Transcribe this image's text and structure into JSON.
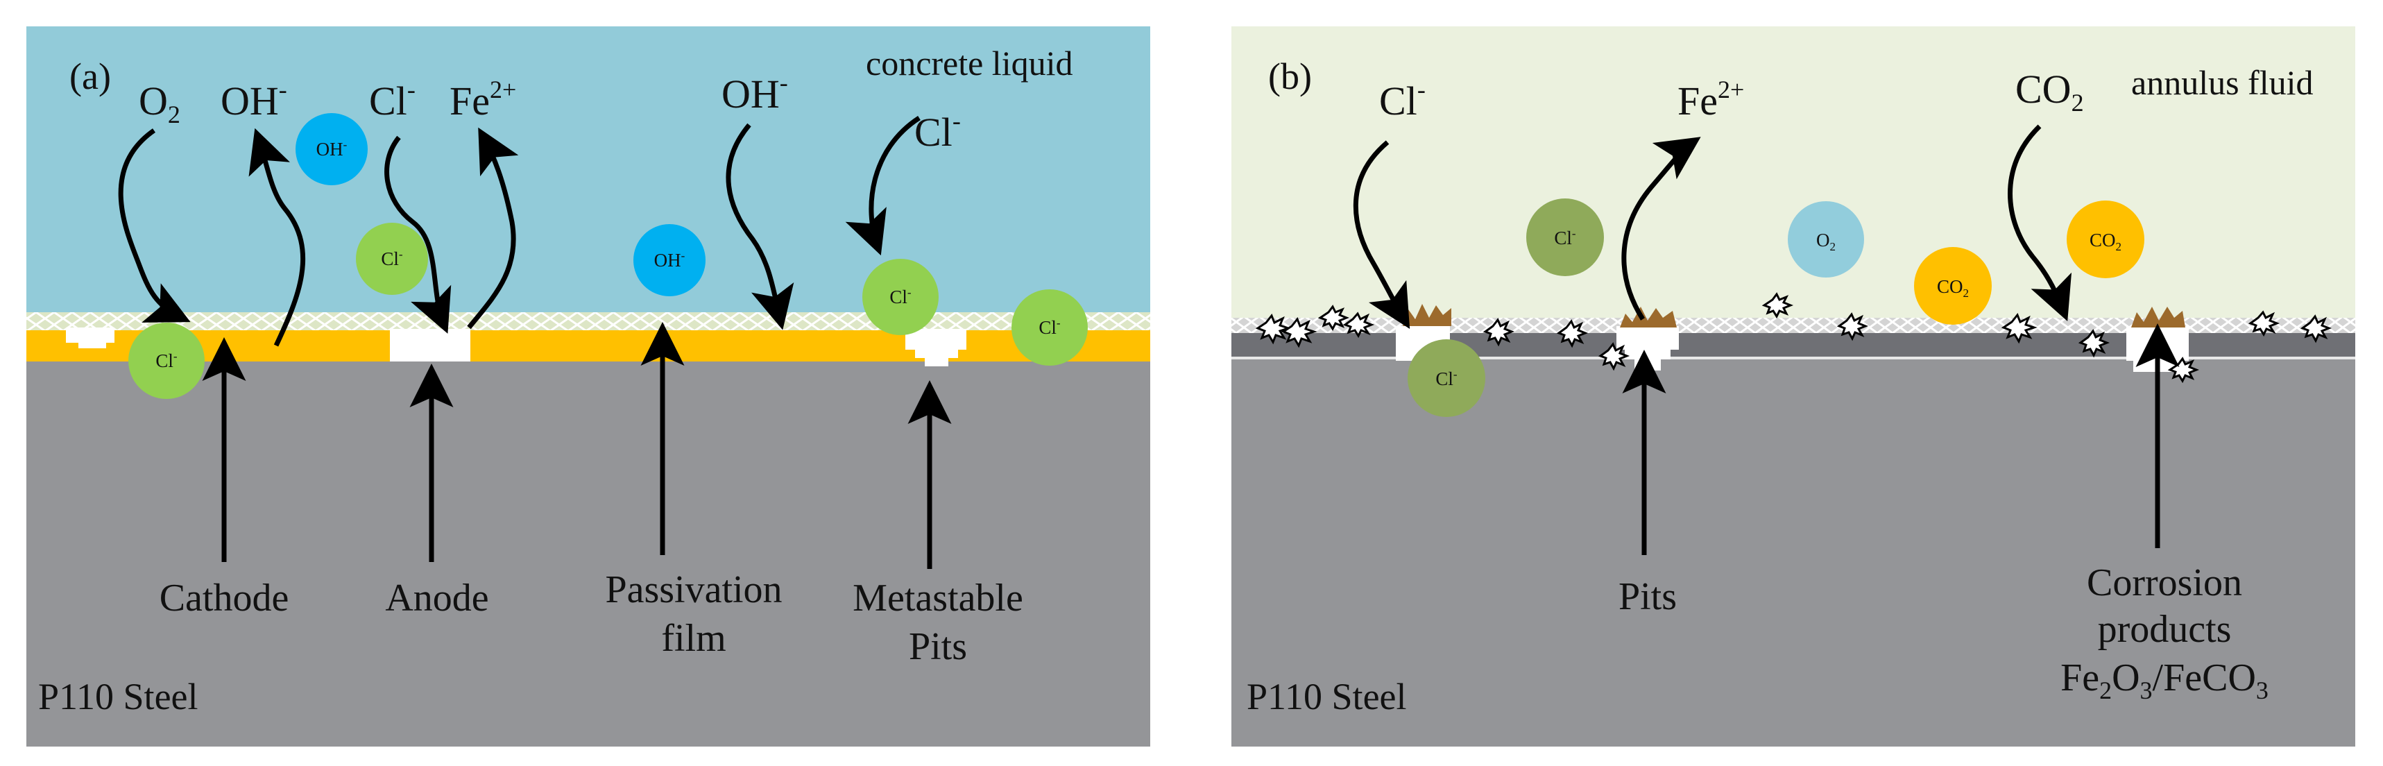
{
  "panel_a": {
    "tag": "(a)",
    "medium": "concrete liquid",
    "material": "P110 Steel",
    "species": {
      "o2": {
        "base": "O",
        "sub": "2"
      },
      "oh": {
        "base": "OH",
        "sup": "-"
      },
      "cl": {
        "base": "Cl",
        "sup": "-"
      },
      "fe": {
        "base": "Fe",
        "sup": "2+"
      },
      "oh2": {
        "base": "OH",
        "sup": "-"
      },
      "cl2": {
        "base": "Cl",
        "sup": "-"
      }
    },
    "particles": {
      "oh_top": {
        "base": "OH",
        "sup": "-"
      },
      "cl_mid": {
        "base": "Cl",
        "sup": "-"
      },
      "cl_film": {
        "base": "Cl",
        "sup": "-"
      },
      "oh_film": {
        "base": "OH",
        "sup": "-"
      },
      "cl_pit": {
        "base": "Cl",
        "sup": "-"
      },
      "cl_right": {
        "base": "Cl",
        "sup": "-"
      }
    },
    "labels": {
      "cathode": "Cathode",
      "anode": "Anode",
      "passivation_1": "Passivation",
      "passivation_2": "film",
      "metastable_1": "Metastable",
      "metastable_2": "Pits"
    },
    "colors": {
      "liquid": "#92cbd9",
      "film": "#ffc000",
      "steel": "#949598",
      "film_mesh": "#dfe7c9"
    }
  },
  "panel_b": {
    "tag": "(b)",
    "medium": "annulus fluid",
    "material": "P110 Steel",
    "species": {
      "cl": {
        "base": "Cl",
        "sup": "-"
      },
      "fe": {
        "base": "Fe",
        "sup": "2+"
      },
      "co2": {
        "base": "CO",
        "sub": "2"
      }
    },
    "particles": {
      "cl_upper": {
        "base": "Cl",
        "sup": "-"
      },
      "cl_lower": {
        "base": "Cl",
        "sup": "-"
      },
      "o2": {
        "base": "O",
        "sub": "2"
      },
      "co2_left": {
        "base": "CO",
        "sub": "2"
      },
      "co2_right": {
        "base": "CO",
        "sub": "2"
      }
    },
    "labels": {
      "pits": "Pits",
      "products_1": "Corrosion",
      "products_2": "products",
      "products_3": {
        "p1": "Fe",
        "s1": "2",
        "p2": "O",
        "s2": "3",
        "p3": "/FeCO",
        "s3": "3"
      }
    },
    "colors": {
      "liquid": "#ebf1de",
      "layer": "#6f7075",
      "steel": "#949598",
      "co2_ball": "#ffc000",
      "o2_ball": "#92cddc",
      "cl_ball": "#8faa5a"
    }
  }
}
